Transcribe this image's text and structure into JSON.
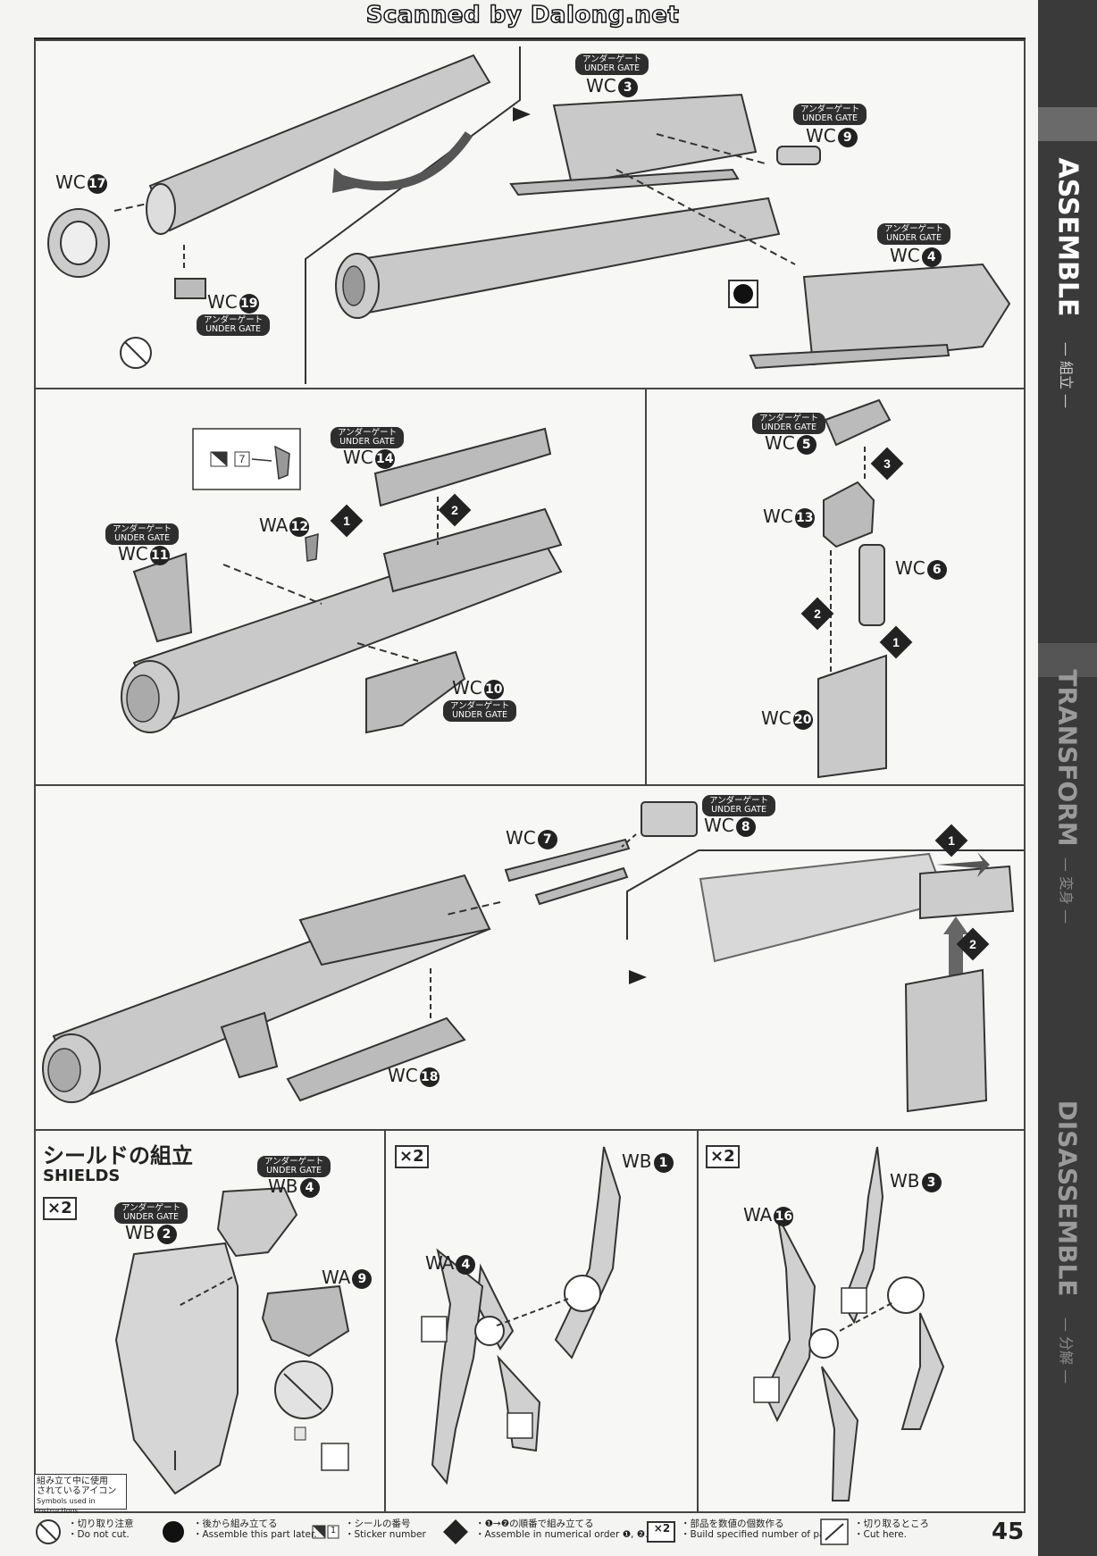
{
  "header": {
    "scanned_by": "Scanned by Dalong.net"
  },
  "sidebar": {
    "assemble": "ASSEMBLE",
    "assemble_jp": "— 組立 —",
    "transform": "TRANSFORM",
    "transform_jp": "— 変身 —",
    "disassemble": "DISASSEMBLE",
    "disassemble_jp": "— 分解 —"
  },
  "gate": {
    "jp": "アンダーゲート",
    "en": "UNDER GATE"
  },
  "parts": {
    "wc17": {
      "code": "WC",
      "num": "17"
    },
    "wc19": {
      "code": "WC",
      "num": "19"
    },
    "wc3": {
      "code": "WC",
      "num": "3"
    },
    "wc9": {
      "code": "WC",
      "num": "9"
    },
    "wc4": {
      "code": "WC",
      "num": "4"
    },
    "wc14": {
      "code": "WC",
      "num": "14"
    },
    "wa12": {
      "code": "WA",
      "num": "12"
    },
    "wc11": {
      "code": "WC",
      "num": "11"
    },
    "wc10": {
      "code": "WC",
      "num": "10"
    },
    "wc5": {
      "code": "WC",
      "num": "5"
    },
    "wc13": {
      "code": "WC",
      "num": "13"
    },
    "wc6": {
      "code": "WC",
      "num": "6"
    },
    "wc20": {
      "code": "WC",
      "num": "20"
    },
    "wc7": {
      "code": "WC",
      "num": "7"
    },
    "wc8": {
      "code": "WC",
      "num": "8"
    },
    "wc18": {
      "code": "WC",
      "num": "18"
    },
    "wb4": {
      "code": "WB",
      "num": "4"
    },
    "wb2": {
      "code": "WB",
      "num": "2"
    },
    "wa9": {
      "code": "WA",
      "num": "9"
    },
    "wb1": {
      "code": "WB",
      "num": "1"
    },
    "wa4": {
      "code": "WA",
      "num": "4"
    },
    "wb3": {
      "code": "WB",
      "num": "3"
    },
    "wa16": {
      "code": "WA",
      "num": "16"
    }
  },
  "sticker_number": "7",
  "steps": {
    "one": "1",
    "two": "2",
    "three": "3"
  },
  "shields": {
    "title_jp": "シールドの組立",
    "title_en": "SHIELDS",
    "multiplier": "×2"
  },
  "icon_note": {
    "jp1": "組み立て中に使用",
    "jp2": "されているアイコン",
    "en": "Symbols used in instructions"
  },
  "legend": [
    {
      "jp": "・切り取り注意",
      "en": "・Do not cut."
    },
    {
      "jp": "・後から組み立てる",
      "en": "・Assemble this part later."
    },
    {
      "jp": "・シールの番号",
      "en": "・Sticker number"
    },
    {
      "jp": "・❶→❷の順番で組み立てる",
      "en": "・Assemble in numerical order ❶, ❷..."
    },
    {
      "jp": "・部品を数値の個数作る",
      "en": "・Build specified number of parts."
    },
    {
      "jp": "・切り取るところ",
      "en": "・Cut here."
    }
  ],
  "legend_sticker": "1",
  "page_number": "45"
}
